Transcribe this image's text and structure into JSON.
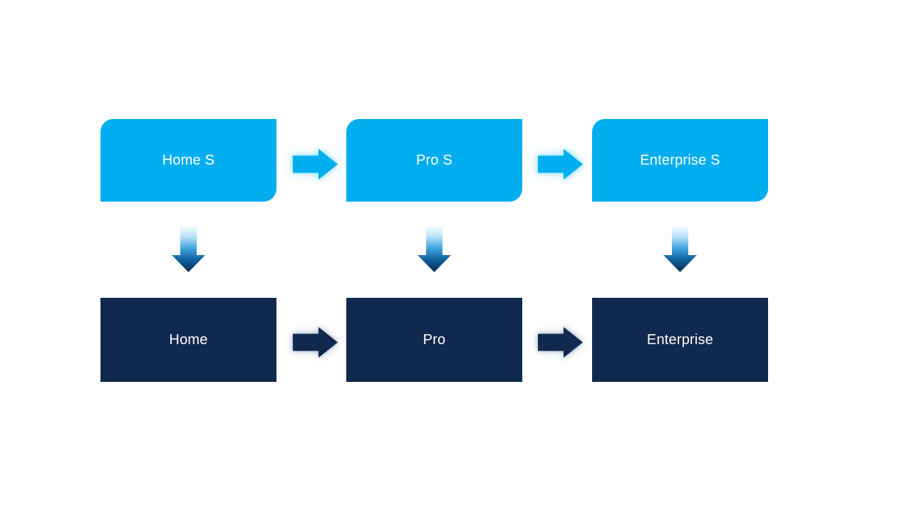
{
  "diagram": {
    "description": "Edition upgrade flow diagram",
    "colors": {
      "background": "#FFFFFF",
      "top_node_fill": "#00AEEF",
      "bottom_node_fill": "#12294F",
      "label_text": "#FFFFFF"
    },
    "columns": [
      {
        "top_label": "Home S",
        "bottom_label": "Home"
      },
      {
        "top_label": "Pro S",
        "bottom_label": "Pro"
      },
      {
        "top_label": "Enterprise S",
        "bottom_label": "Enterprise"
      }
    ],
    "connections": [
      {
        "from": "Home S",
        "to": "Pro S",
        "direction": "right"
      },
      {
        "from": "Pro S",
        "to": "Enterprise S",
        "direction": "right"
      },
      {
        "from": "Home",
        "to": "Pro",
        "direction": "right"
      },
      {
        "from": "Pro",
        "to": "Enterprise",
        "direction": "right"
      },
      {
        "from": "Home S",
        "to": "Home",
        "direction": "down"
      },
      {
        "from": "Pro S",
        "to": "Pro",
        "direction": "down"
      },
      {
        "from": "Enterprise S",
        "to": "Enterprise",
        "direction": "down"
      }
    ]
  }
}
